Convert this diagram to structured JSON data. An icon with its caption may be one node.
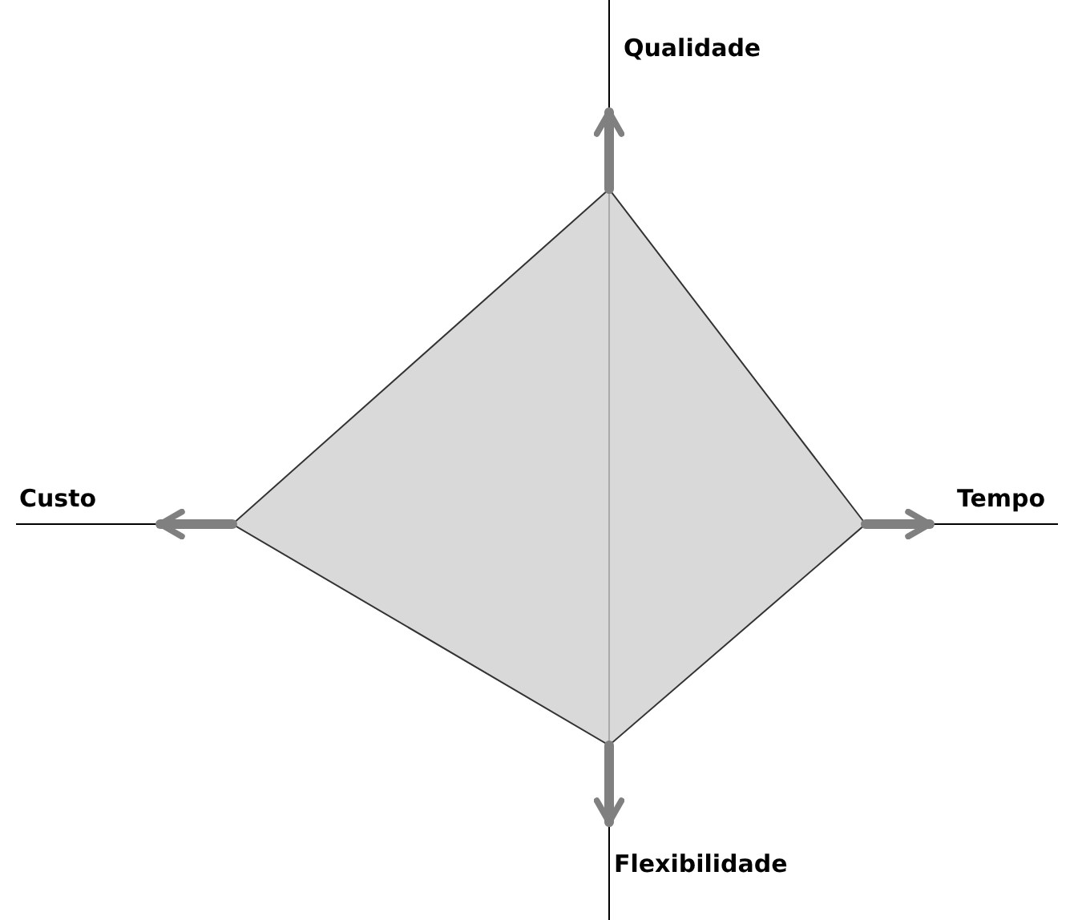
{
  "diagram": {
    "nodes": [
      {
        "text": [
          "Qualidade"
        ]
      },
      {
        "text": [
          "Custo"
        ]
      },
      {
        "text": [
          "Tempo"
        ]
      },
      {
        "text": [
          "Flexibilidade"
        ]
      }
    ],
    "edges": [
      {
        "from": null,
        "to": 0,
        "arrow": "to"
      },
      {
        "from": null,
        "to": 1,
        "arrow": "to"
      },
      {
        "from": null,
        "to": 2,
        "arrow": "to"
      },
      {
        "from": null,
        "to": 3,
        "arrow": "to"
      }
    ]
  }
}
